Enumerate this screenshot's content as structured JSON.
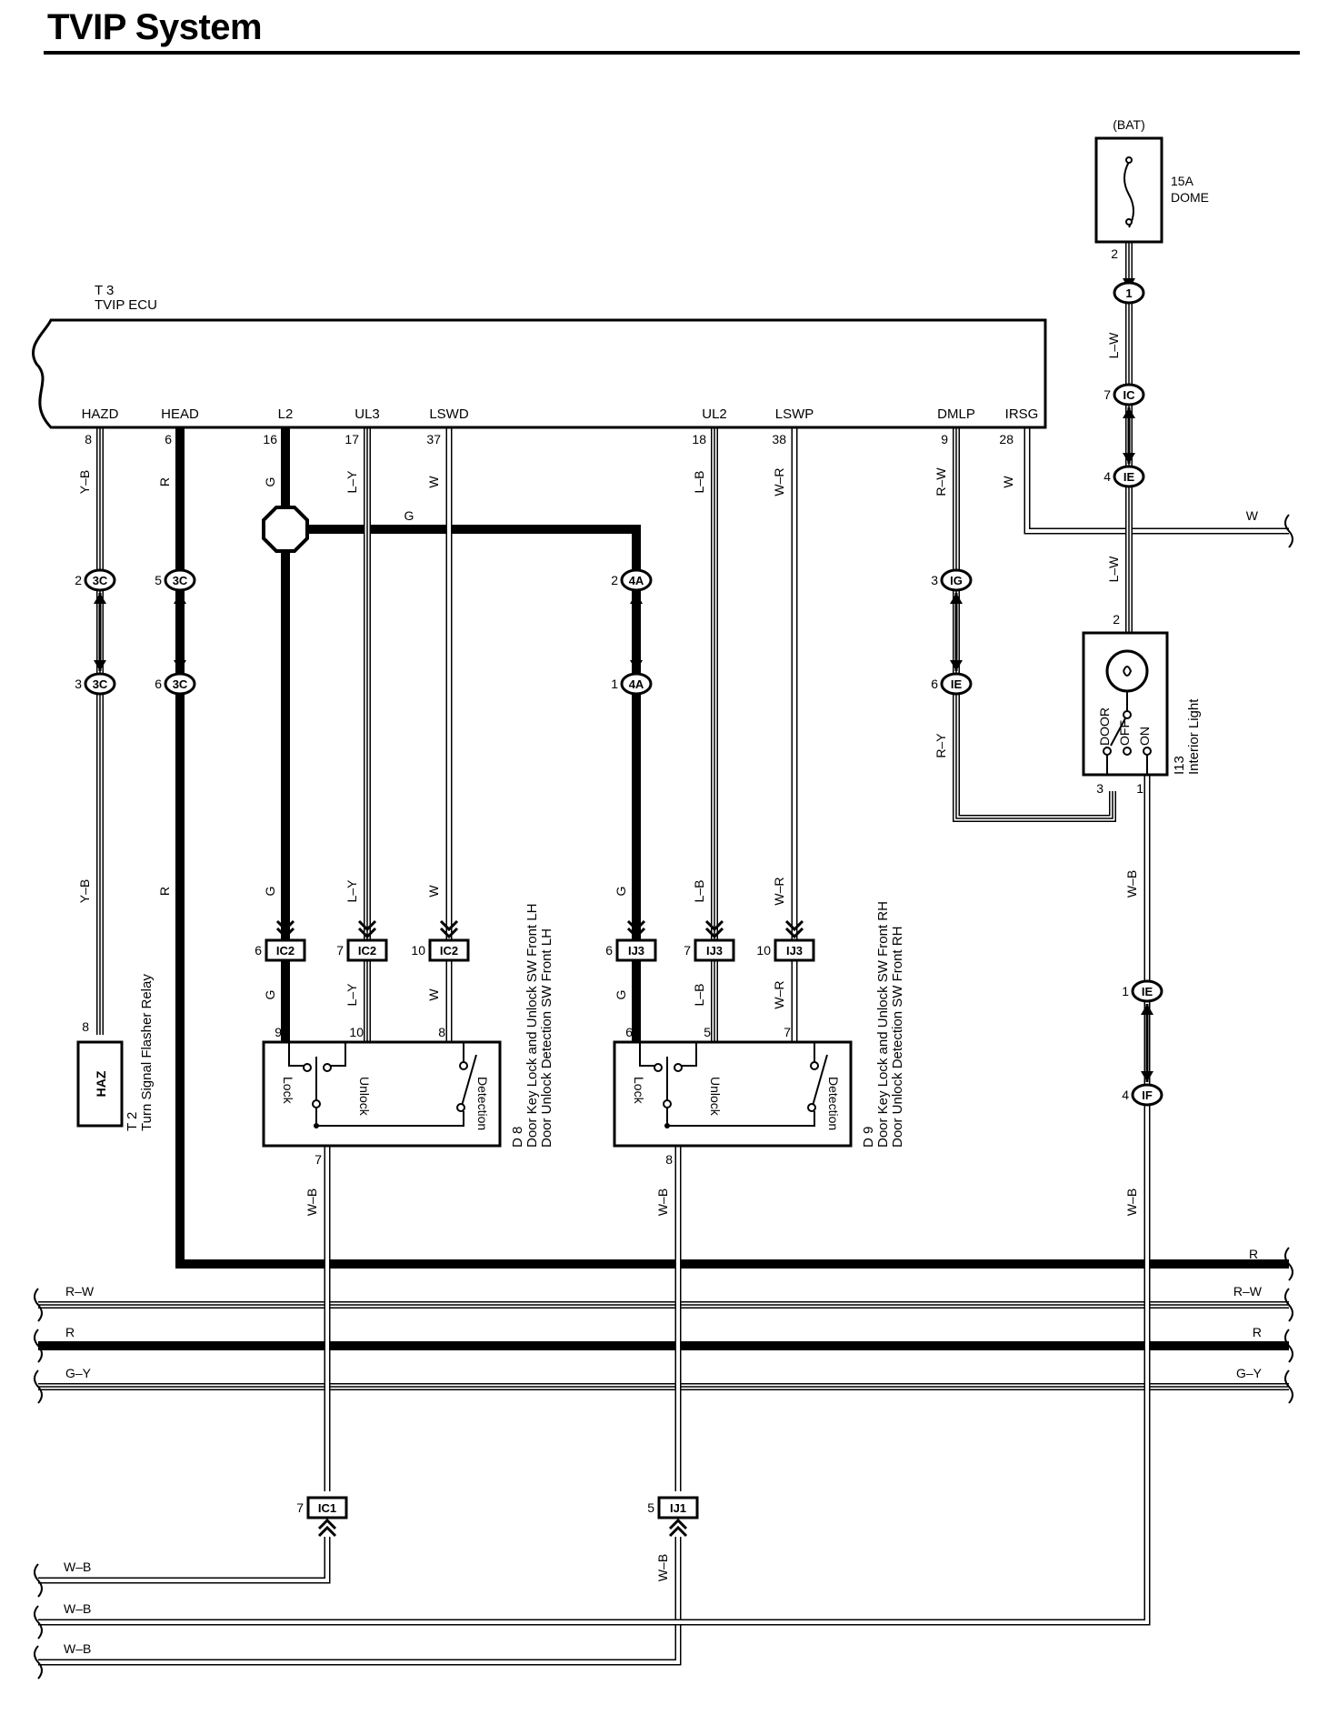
{
  "title": "TVIP System",
  "ecu": {
    "code": "T 3",
    "name": "TVIP ECU",
    "terminals": [
      "HAZD",
      "HEAD",
      "L2",
      "UL3",
      "LSWD",
      "UL2",
      "LSWP",
      "DMLP",
      "IRSG"
    ],
    "pins": [
      "8",
      "6",
      "16",
      "17",
      "37",
      "18",
      "38",
      "9",
      "28"
    ]
  },
  "wire_colors": {
    "hazd": "Y–B",
    "head": "R",
    "l2": "G",
    "ul3": "L–Y",
    "lswd": "W",
    "ul2": "L–B",
    "lswp": "W–R",
    "dmlp": "R–W",
    "irsg": "W",
    "dome_out": "L–W",
    "light_ground": "W–B",
    "light_door": "R–Y",
    "d8_ground": "W–B",
    "d9_ground": "W–B",
    "g_branch": "G",
    "irsg_run": "W"
  },
  "buses": [
    {
      "left": "R–W",
      "right": "R–W"
    },
    {
      "left": "R",
      "right": "R"
    },
    {
      "left": "G–Y",
      "right": "G–Y"
    }
  ],
  "head_bus_label": "R",
  "ground_buses": [
    "W–B",
    "W–B",
    "W–B"
  ],
  "fuse": {
    "source": "(BAT)",
    "rating": "15A",
    "name": "DOME",
    "pin": "2"
  },
  "connectors": {
    "hazd_upper": {
      "label": "3C",
      "pin": "2"
    },
    "hazd_lower": {
      "label": "3C",
      "pin": "3"
    },
    "head_upper": {
      "label": "3C",
      "pin": "5"
    },
    "head_lower": {
      "label": "3C",
      "pin": "6"
    },
    "g_upper": {
      "label": "4A",
      "pin": "2"
    },
    "g_lower": {
      "label": "4A",
      "pin": "1"
    },
    "dmlp_upper": {
      "label": "IG",
      "pin": "3"
    },
    "dmlp_lower": {
      "label": "IE",
      "pin": "6"
    },
    "dome_1": {
      "label": "1"
    },
    "dome_ic": {
      "label": "IC",
      "pin": "7"
    },
    "dome_ie": {
      "label": "IE",
      "pin": "4"
    },
    "light_ie": {
      "label": "IE",
      "pin": "1"
    },
    "light_if": {
      "label": "IF",
      "pin": "4"
    },
    "ic2_a": {
      "label": "IC2",
      "pin": "6"
    },
    "ic2_b": {
      "label": "IC2",
      "pin": "7"
    },
    "ic2_c": {
      "label": "IC2",
      "pin": "10"
    },
    "ij3_a": {
      "label": "IJ3",
      "pin": "6"
    },
    "ij3_b": {
      "label": "IJ3",
      "pin": "7"
    },
    "ij3_c": {
      "label": "IJ3",
      "pin": "10"
    },
    "ic1": {
      "label": "IC1",
      "pin": "7"
    },
    "ij1": {
      "label": "IJ1",
      "pin": "5"
    }
  },
  "relay": {
    "code": "T 2",
    "name": "Turn Signal Flasher Relay",
    "label": "HAZ",
    "pin": "8"
  },
  "switch_d8": {
    "code": "D 8",
    "name1": "Door Key Lock and Unlock SW Front LH",
    "name2": "Door Unlock Detection SW Front LH",
    "pins": [
      "9",
      "10",
      "8",
      "7"
    ],
    "lock": "Lock",
    "unlock": "Unlock",
    "detection": "Detection"
  },
  "switch_d9": {
    "code": "D 9",
    "name1": "Door Key Lock and Unlock SW Front RH",
    "name2": "Door Unlock Detection SW Front RH",
    "pins": [
      "6",
      "5",
      "7",
      "8"
    ],
    "lock": "Lock",
    "unlock": "Unlock",
    "detection": "Detection"
  },
  "interior_light": {
    "code": "I13",
    "name": "Interior Light",
    "door": "DOOR",
    "off": "OFF",
    "on": "ON",
    "pins": [
      "2",
      "3",
      "1"
    ]
  }
}
